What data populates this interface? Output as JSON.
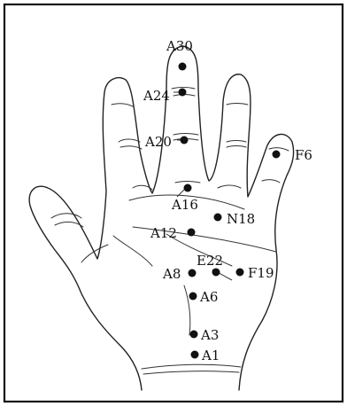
{
  "points": [
    {
      "id": "a30",
      "label": "A30"
    },
    {
      "id": "a24",
      "label": "A24"
    },
    {
      "id": "a20",
      "label": "A20"
    },
    {
      "id": "f6",
      "label": "F6"
    },
    {
      "id": "a16",
      "label": "A16"
    },
    {
      "id": "n18",
      "label": "N18"
    },
    {
      "id": "a12",
      "label": "A12"
    },
    {
      "id": "e22",
      "label": "E22"
    },
    {
      "id": "a8",
      "label": "A8"
    },
    {
      "id": "f19",
      "label": "F19"
    },
    {
      "id": "a6",
      "label": "A6"
    },
    {
      "id": "a3",
      "label": "A3"
    },
    {
      "id": "a1",
      "label": "A1"
    }
  ]
}
